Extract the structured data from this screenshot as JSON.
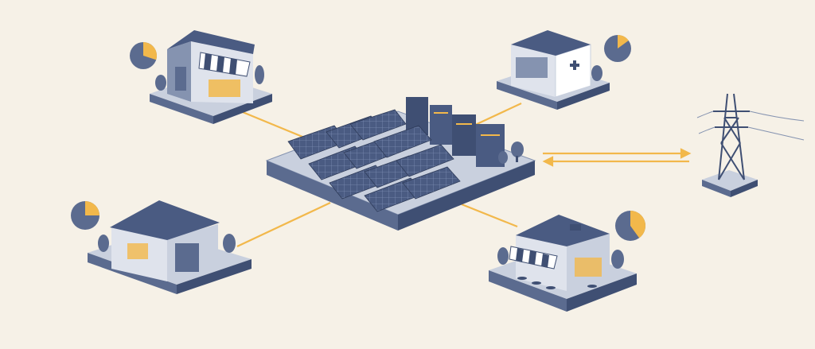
{
  "colors": {
    "background": "#f6f1e7",
    "navy_dark": "#3f4f73",
    "navy": "#5b6b8f",
    "navy_light": "#8593b0",
    "wall": "#dfe3ec",
    "panel": "#4a5b82",
    "connector": "#f2b84b",
    "share_fill": "#f2b84b"
  },
  "nodes": {
    "solar_storage_hub": {
      "icon": "solar-storage-icon"
    },
    "shop_top_left": {
      "icon": "shop-icon",
      "share": 0.3
    },
    "clinic_top_right": {
      "icon": "clinic-icon",
      "share": 0.15
    },
    "warehouse_bottom_left": {
      "icon": "warehouse-icon",
      "share": 0.25
    },
    "cafe_bottom_right": {
      "icon": "cafe-icon",
      "share": 0.4
    },
    "grid_tower": {
      "icon": "power-pylon-icon"
    }
  },
  "flows": {
    "grid_exchange": "bidirectional"
  }
}
